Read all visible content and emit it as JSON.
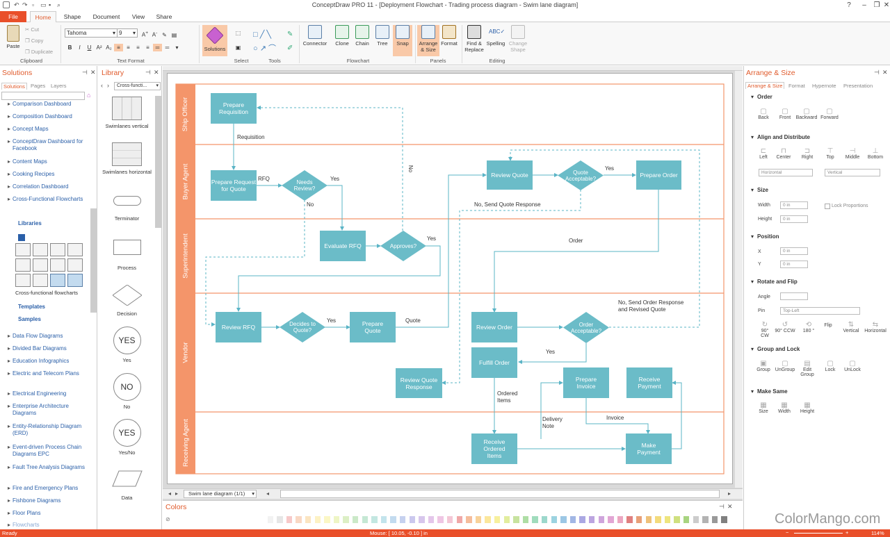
{
  "window": {
    "title": "ConceptDraw PRO 11 - [Deployment Flowchart - Trading process diagram - Swim lane diagram]"
  },
  "menu": {
    "file": "File",
    "tabs": [
      "Home",
      "Shape",
      "Document",
      "View",
      "Share"
    ]
  },
  "ribbon": {
    "clipboard": {
      "paste": "Paste",
      "cut": "Cut",
      "copy": "Copy",
      "duplicate": "Duplicate",
      "label": "Clipboard"
    },
    "text_format": {
      "font": "Tahoma",
      "size": "9",
      "label": "Text Format"
    },
    "solutions": {
      "label": "Solutions"
    },
    "select": {
      "label": "Select"
    },
    "tools": {
      "label": "Tools"
    },
    "flowchart": {
      "connector": "Connector",
      "clone": "Clone",
      "chain": "Chain",
      "tree": "Tree",
      "snap": "Snap",
      "label": "Flowchart"
    },
    "panels": {
      "arrange": "Arrange & Size",
      "format": "Format",
      "label": "Panels"
    },
    "editing": {
      "find": "Find & Replace",
      "spelling": "Spelling",
      "change": "Change Shape",
      "label": "Editing"
    }
  },
  "solutions_panel": {
    "title": "Solutions",
    "tabs": [
      "Solutions",
      "Pages",
      "Layers"
    ],
    "items": [
      "Comparison Dashboard",
      "Composition Dashboard",
      "Concept Maps",
      "ConceptDraw Dashboard for Facebook",
      "Content Maps",
      "Cooking Recipes",
      "Correlation Dashboard",
      "Cross-Functional Flowcharts"
    ],
    "libraries_label": "Libraries",
    "library_name": "Cross-functional flowcharts",
    "templates_label": "Templates",
    "samples_label": "Samples",
    "items2": [
      "Data Flow Diagrams",
      "Divided Bar Diagrams",
      "Education Infographics",
      "Electric and Telecom Plans",
      "Electrical Engineering",
      "Enterprise Architecture Diagrams",
      "Entity-Relationship Diagram (ERD)",
      "Event-driven Process Chain Diagrams EPC",
      "Fault Tree Analysis Diagrams",
      "Fire and Emergency Plans",
      "Fishbone Diagrams",
      "Floor Plans",
      "Flowcharts"
    ]
  },
  "library_panel": {
    "title": "Library",
    "selector": "Cross-functi...",
    "shapes": [
      "Swimlanes vertical",
      "Swimlanes horizontal",
      "Terminator",
      "Process",
      "Decision",
      "Yes",
      "No",
      "Yes/No",
      "Data"
    ],
    "yes": "YES",
    "no": "NO"
  },
  "diagram": {
    "lanes": [
      "Ship Officer",
      "Buyer Agent",
      "Superintendent",
      "Vendor",
      "Receiving Agent"
    ],
    "nodes": {
      "prepare_requisition": "Prepare Requisition",
      "prepare_rfq": "Prepare Request for Quote",
      "needs_review": "Needs Review?",
      "evaluate_rfq": "Evaluate RFQ",
      "approves": "Approves?",
      "review_quote": "Review Quote",
      "quote_acceptable": "Quote Acceptable?",
      "prepare_order": "Prepare Order",
      "review_rfq": "Review RFQ",
      "decides_to_quote": "Decides to Quote?",
      "prepare_quote": "Prepare Quote",
      "review_order": "Review Order",
      "order_acceptable": "Order Acceptable?",
      "fulfill_order": "Fulfill Order",
      "review_quote_response": "Review Quote Response",
      "prepare_invoice": "Prepare Invoice",
      "receive_payment": "Receive Payment",
      "receive_ordered_items": "Receive Ordered Items",
      "make_payment": "Make Payment"
    },
    "labels": {
      "requisition": "Requisition",
      "rfq": "RFQ",
      "yes1": "Yes",
      "no1": "No",
      "no_vertical": "No",
      "yes2": "Yes",
      "yes3": "Yes",
      "no_send_quote": "No, Send Quote Response",
      "order": "Order",
      "yes4": "Yes",
      "quote": "Quote",
      "no_send_order": "No, Send Order Response and Revised Quote",
      "yes5": "Yes",
      "ordered_items": "Ordered Items",
      "delivery_note": "Delivery Note",
      "invoice": "Invoice"
    }
  },
  "page_tab": "Swim lane diagram (1/1)",
  "colors_panel": {
    "title": "Colors"
  },
  "arrange_panel": {
    "title": "Arrange & Size",
    "tabs": [
      "Arrange & Size",
      "Format",
      "Hypernote",
      "Presentation"
    ],
    "order": {
      "label": "Order",
      "items": [
        "Back",
        "Front",
        "Backward",
        "Forward"
      ]
    },
    "align": {
      "label": "Align and Distribute",
      "items": [
        "Left",
        "Center",
        "Right",
        "Top",
        "Middle",
        "Bottom"
      ],
      "horizontal": "Horizontal",
      "vertical": "Vertical"
    },
    "size": {
      "label": "Size",
      "width_label": "Width",
      "height_label": "Height",
      "width": "0 in",
      "height": "0 in",
      "lock": "Lock Proportions"
    },
    "position": {
      "label": "Position",
      "x_label": "X",
      "y_label": "Y",
      "x": "0 in",
      "y": "0 in"
    },
    "rotate": {
      "label": "Rotate and Flip",
      "angle_label": "Angle",
      "pin_label": "Pin",
      "pin": "Top-Left",
      "items": [
        "90° CW",
        "90° CCW",
        "180 °",
        "Flip",
        "Vertical",
        "Horizontal"
      ]
    },
    "group": {
      "label": "Group and Lock",
      "items": [
        "Group",
        "UnGroup",
        "Edit Group",
        "Lock",
        "UnLock"
      ]
    },
    "make_same": {
      "label": "Make Same",
      "items": [
        "Size",
        "Width",
        "Height"
      ]
    }
  },
  "status": {
    "left": "Ready",
    "mouse": "Mouse: [ 10.05, -0.10 ] in",
    "zoom": "114%"
  },
  "watermark": "ColorMango.com",
  "palette": [
    "#ffffff",
    "#f2f2f2",
    "#e6e6e6",
    "#f7c9c9",
    "#f9d8c4",
    "#fbe5c1",
    "#fdf2c4",
    "#fbf7c5",
    "#eef5c5",
    "#dcefc5",
    "#cbe9c8",
    "#c5e8d4",
    "#c3e7e1",
    "#c3e4ec",
    "#c3dbef",
    "#c6d1ef",
    "#cbc8ee",
    "#d7c6ec",
    "#e4c6ea",
    "#efc6e4",
    "#f4c7d6",
    "#f0a8a8",
    "#f5bd9c",
    "#f8d29a",
    "#fbe79c",
    "#f7f09d",
    "#e2ed9e",
    "#c7e39f",
    "#aede a5",
    "#a0dcbd",
    "#9cd8cc",
    "#9cd3e0",
    "#9cc7e5",
    "#a2b7e5",
    "#aba8e3",
    "#bca5e0",
    "#cfa5dc",
    "#e2a6d4",
    "#eca7c1",
    "#e08080",
    "#e8a079",
    "#eec17a",
    "#f3db7c",
    "#eee57e",
    "#cfe07f",
    "#a8d480",
    "#cccccc",
    "#b3b3b3",
    "#999999",
    "#808080"
  ]
}
